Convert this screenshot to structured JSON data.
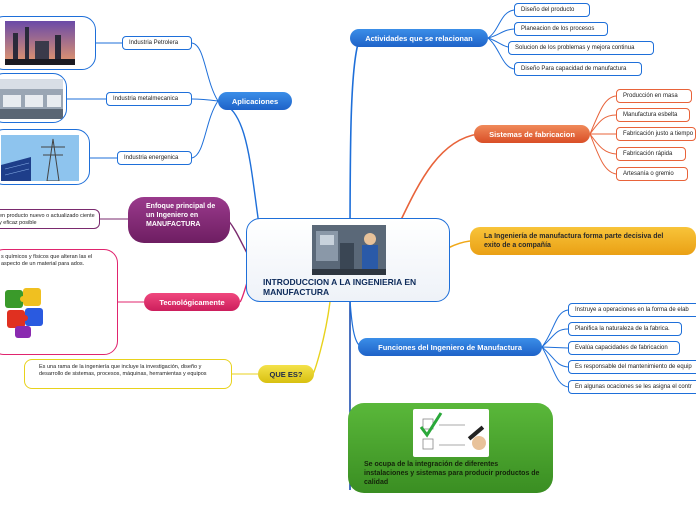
{
  "central": {
    "title": "INTRODUCCION A LA INGENIERIA EN MANUFACTURA"
  },
  "aplicaciones": {
    "label": "Aplicaciones",
    "items": [
      "Industria Petrolera",
      "Industria metalmecanica",
      "Industria energenica"
    ]
  },
  "actividades": {
    "label": "Actividades que se relacionan",
    "items": [
      "Diseño del producto",
      "Planeacion de los procesos",
      "Solucion de los problemas y mejora continua",
      "Diseño Para capacidad de manufactura"
    ]
  },
  "sistemas": {
    "label": "Sistemas de fabricacion",
    "items": [
      "Producción en masa",
      "Manufactura esbelta",
      "Fabricación justo a tiempo",
      "Fabricación rápida",
      "Artesanía o gremio"
    ]
  },
  "enfoque": {
    "label": "Enfoque principal de un Ingeniero en MANUFACTURA",
    "text": "en producto nuevo o actualizado ciente y eficaz posible"
  },
  "tecnologicamente": {
    "label": "Tecnológicamente",
    "text": "s químicos y físicos que alteran las el aspecto de un material para ados."
  },
  "que_es": {
    "label": "QUE ES?",
    "text": "Es una rama de la ingeniería que incluye la investigación, diseño y desarrollo de sistemas, procesos, máquinas, herramientas y equipos"
  },
  "decisiva": {
    "label": "La Ingeniería de manufactura forma parte decisiva del exito de a compañía"
  },
  "funciones": {
    "label": "Funciones del Ingeniero de Manufactura",
    "items": [
      "Instruye a operaciones en la forma de elab",
      "Planifica la naturaleza de la fabrica.",
      "Evalúa capacidades de fabricacion",
      "Es responsable del mantenimiento de equip",
      "En algunas ocaciones se les asigna el contr"
    ]
  },
  "integracion": {
    "text": "Se ocupa de la integración de diferentes instalaciones y sistemas para producir productos de calidad"
  },
  "colors": {
    "blue": "#1e6fd9",
    "orange": "#e8633a",
    "purple": "#7a2a6e",
    "pink": "#e0246e",
    "yellow": "#e8d21c",
    "gold": "#f0a818",
    "green": "#4aa12e",
    "navy": "#1e4fb0"
  }
}
